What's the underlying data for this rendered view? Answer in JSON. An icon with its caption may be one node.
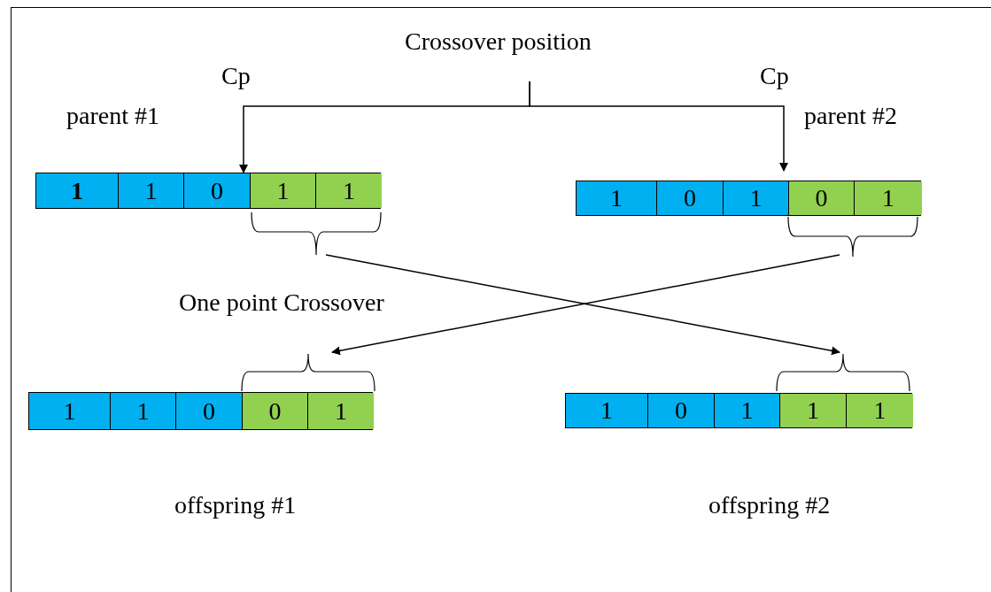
{
  "diagram": {
    "nodes": [
      {
        "text": [
          "Crossover position"
        ]
      },
      {
        "text": [],
        "shape": "bar",
        "beside": [
          "parent #1"
        ]
      },
      {
        "text": [
          "1"
        ],
        "in": 1
      },
      {
        "text": [
          "1"
        ],
        "in": 1
      },
      {
        "text": [
          "0"
        ],
        "in": 1
      },
      {
        "text": [
          "1"
        ],
        "in": 1
      },
      {
        "text": [
          "1"
        ],
        "in": 1
      },
      {
        "text": [],
        "shape": "bar",
        "beside": [
          "parent #2"
        ]
      },
      {
        "text": [
          "1"
        ],
        "in": 7
      },
      {
        "text": [
          "0"
        ],
        "in": 7
      },
      {
        "text": [
          "1"
        ],
        "in": 7
      },
      {
        "text": [
          "0"
        ],
        "in": 7
      },
      {
        "text": [
          "1"
        ],
        "in": 7
      },
      {
        "text": [],
        "shape": "brace"
      },
      {
        "text": [],
        "shape": "brace"
      },
      {
        "text": [],
        "shape": "brace"
      },
      {
        "text": [],
        "shape": "brace"
      },
      {
        "text": [],
        "shape": "bar",
        "beside": [
          "offspring #1"
        ]
      },
      {
        "text": [
          "1"
        ],
        "in": 17
      },
      {
        "text": [
          "1"
        ],
        "in": 17
      },
      {
        "text": [
          "0"
        ],
        "in": 17
      },
      {
        "text": [
          "0"
        ],
        "in": 17
      },
      {
        "text": [
          "1"
        ],
        "in": 17
      },
      {
        "text": [],
        "shape": "bar",
        "beside": [
          "offspring #2"
        ]
      },
      {
        "text": [
          "1"
        ],
        "in": 23
      },
      {
        "text": [
          "0"
        ],
        "in": 23
      },
      {
        "text": [
          "1"
        ],
        "in": 23
      },
      {
        "text": [
          "1"
        ],
        "in": 23
      },
      {
        "text": [
          "1"
        ],
        "in": 23
      }
    ],
    "edges": [
      {
        "from": 0,
        "to": 1,
        "arrow": "to"
      },
      {
        "from": 0,
        "to": 7,
        "arrow": "to"
      },
      {
        "from": 13,
        "to": 16,
        "arrow": "to"
      },
      {
        "from": 14,
        "to": 15,
        "arrow": "to"
      }
    ],
    "labels": [
      "Cp",
      "Cp",
      "One point Crossover"
    ]
  }
}
